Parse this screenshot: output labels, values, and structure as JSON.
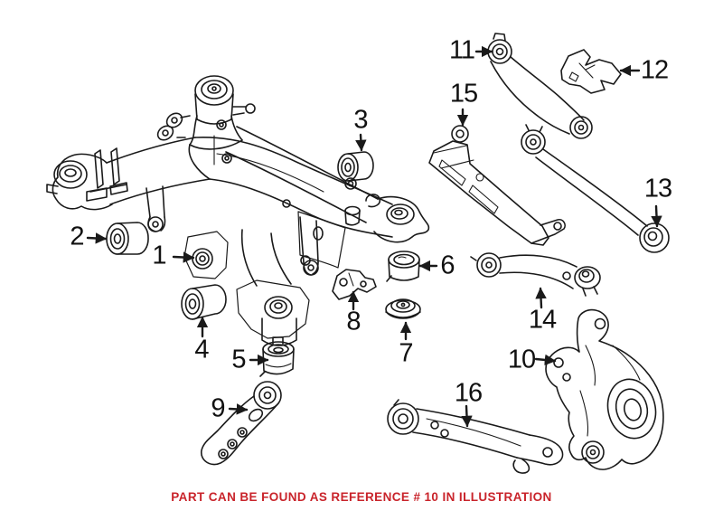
{
  "caption": {
    "text": "PART CAN BE FOUND AS REFERENCE # 10 IN ILLUSTRATION",
    "color": "#c9242b"
  },
  "colors": {
    "background": "#ffffff",
    "line_art": "#1a1a1a",
    "callout_text": "#111111"
  },
  "callouts": [
    {
      "label": "1",
      "arrow": "right"
    },
    {
      "label": "2",
      "arrow": "right"
    },
    {
      "label": "3",
      "arrow": "down"
    },
    {
      "label": "4",
      "arrow": "up"
    },
    {
      "label": "5",
      "arrow": "right"
    },
    {
      "label": "6",
      "arrow": "left"
    },
    {
      "label": "7",
      "arrow": "up"
    },
    {
      "label": "8",
      "arrow": "up"
    },
    {
      "label": "9",
      "arrow": "right"
    },
    {
      "label": "10",
      "arrow": "right"
    },
    {
      "label": "11",
      "arrow": "right"
    },
    {
      "label": "12",
      "arrow": "left"
    },
    {
      "label": "13",
      "arrow": "down"
    },
    {
      "label": "14",
      "arrow": "up"
    },
    {
      "label": "15",
      "arrow": "down"
    },
    {
      "label": "16",
      "arrow": "down"
    }
  ]
}
